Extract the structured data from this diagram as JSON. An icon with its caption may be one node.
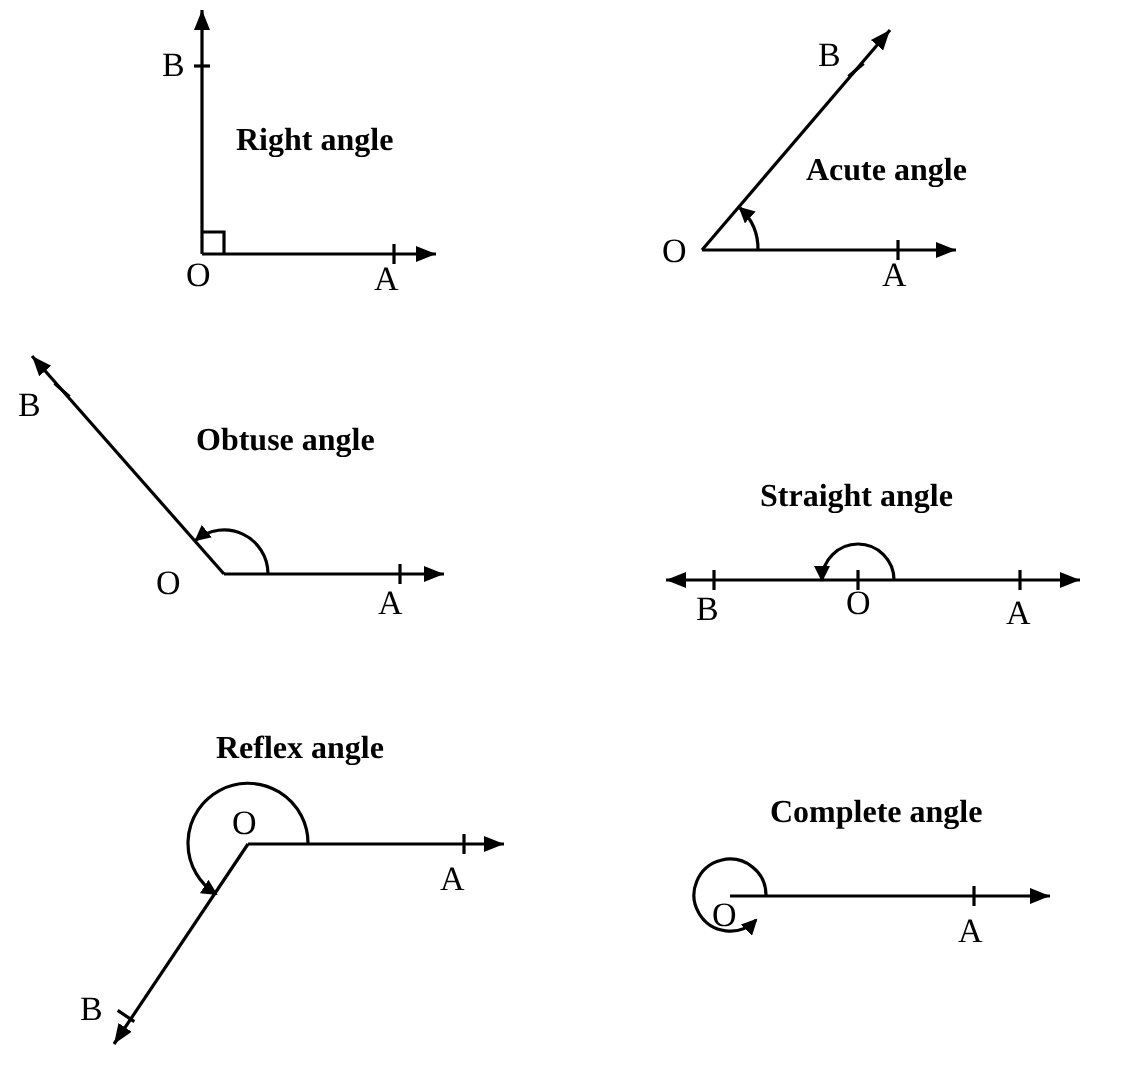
{
  "diagram": {
    "labels": [
      "B",
      "Right angle",
      "O",
      "A",
      "B",
      "Acute angle",
      "O",
      "A",
      "B",
      "Obtuse angle",
      "O",
      "A",
      "Straight angle",
      "B",
      "O",
      "A",
      "Reflex angle",
      "O",
      "A",
      "B",
      "Complete angle",
      "O",
      "A"
    ]
  }
}
